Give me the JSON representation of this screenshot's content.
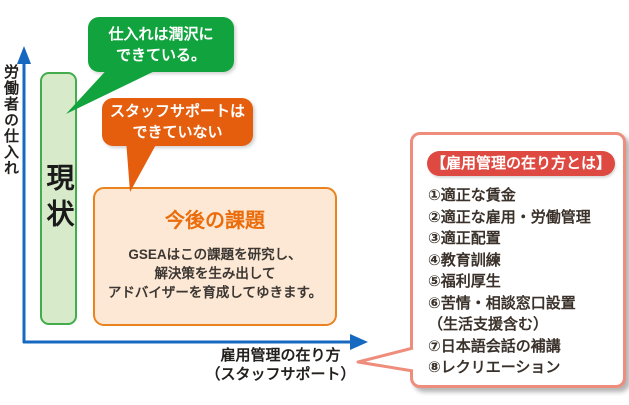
{
  "axes": {
    "y_label": "労働者の仕入れ",
    "x_label_line1": "雇用管理の在り方",
    "x_label_line2": "（スタッフサポート）"
  },
  "bar": {
    "label": "現状"
  },
  "green_bubble": {
    "line1": "仕入れは潤沢に",
    "line2": "できている。"
  },
  "orange_bubble": {
    "line1": "スタッフサポートは",
    "line2": "できていない"
  },
  "task_box": {
    "title": "今後の課題",
    "line1": "GSEAはこの課題を研究し、",
    "line2": "解決策を生み出して",
    "line3": "アドバイザーを育成してゆきます。"
  },
  "panel": {
    "title": "【雇用管理の在り方とは】",
    "items": [
      "①適正な賃金",
      "②適正な雇用・労働管理",
      "③適正配置",
      "④教育訓練",
      "⑤福利厚生",
      "⑥苦情・相談窓口設置",
      "（生活支援含む）",
      "⑦日本語会話の補講",
      "⑧レクリエーション"
    ]
  },
  "colors": {
    "axis_blue": "#1668c1",
    "bubble_green": "#11a43e",
    "bar_fill_green": "#d7eac9",
    "bar_border_green": "#43ac4c",
    "bubble_orange": "#e55e0e",
    "task_box_fill": "#fce8d4",
    "task_box_border": "#e8831f",
    "task_title_orange": "#ea6c0b",
    "panel_border_salmon": "#ef8d7d",
    "badge_red": "#de4a42"
  }
}
